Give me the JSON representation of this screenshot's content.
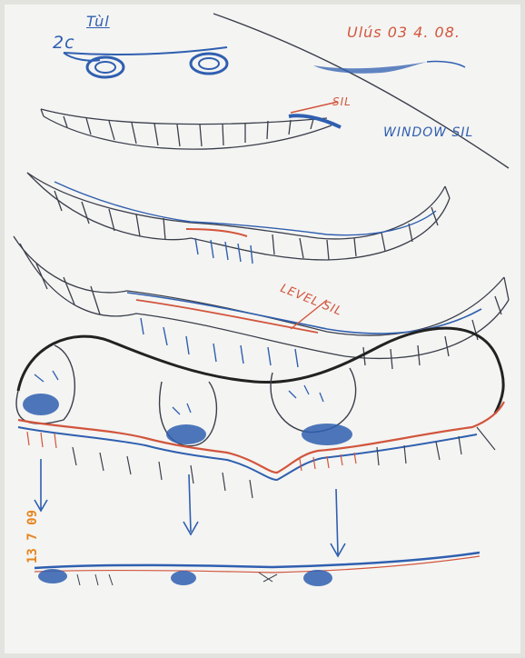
{
  "photo": {
    "colors": {
      "paper": "#f4f4f2",
      "paper_edge": "#e6e6e4",
      "pencil": "#3b3f4c",
      "ink_blue": "#2f5fb0",
      "ink_red": "#d2553d",
      "stamp_orange": "#e6851f"
    },
    "labels": {
      "figure_number": "Tùl",
      "figure_index": "2c",
      "date": "Ulús 03 4. 08.",
      "sil": "SIL",
      "window_sil": "WINDOW SIL",
      "level_sil": "LEVEL SIL",
      "camera_stamp": "13 7 09"
    }
  }
}
